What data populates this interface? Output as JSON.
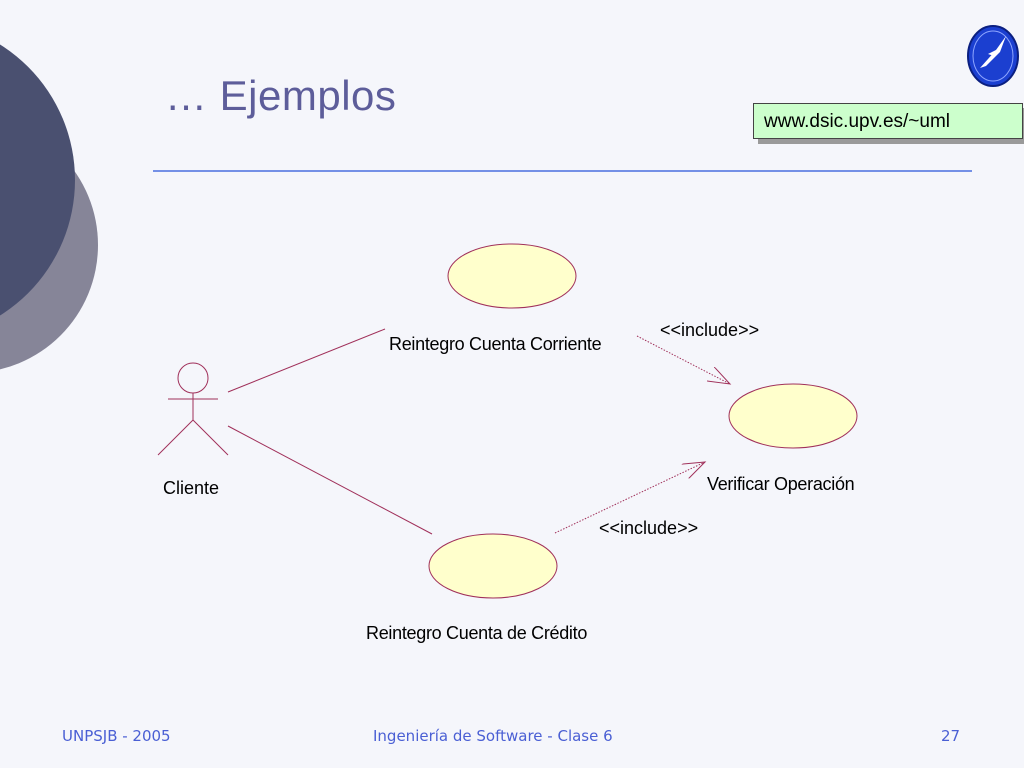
{
  "slide": {
    "title": "… Ejemplos",
    "url_note": "www.dsic.upv.es/~uml"
  },
  "diagram": {
    "actor": {
      "label": "Cliente"
    },
    "use_cases": [
      {
        "label": "Reintegro Cuenta Corriente"
      },
      {
        "label": "Verificar Operación"
      },
      {
        "label": "Reintegro Cuenta de Crédito"
      }
    ],
    "relations": [
      {
        "from": "Reintegro Cuenta Corriente",
        "to": "Verificar Operación",
        "stereotype": "<<include>>"
      },
      {
        "from": "Reintegro Cuenta de Crédito",
        "to": "Verificar Operación",
        "stereotype": "<<include>>"
      }
    ],
    "colors": {
      "use_case_fill": "#ffffcc",
      "line": "#a0305a"
    }
  },
  "footer": {
    "left": "UNPSJB - 2005",
    "center": "Ingeniería de Software - Clase 6",
    "page": "27"
  },
  "theme": {
    "title_color": "#5d5d9a",
    "footer_color": "#4a5fd4",
    "accent_line": "#4a6fe0"
  }
}
